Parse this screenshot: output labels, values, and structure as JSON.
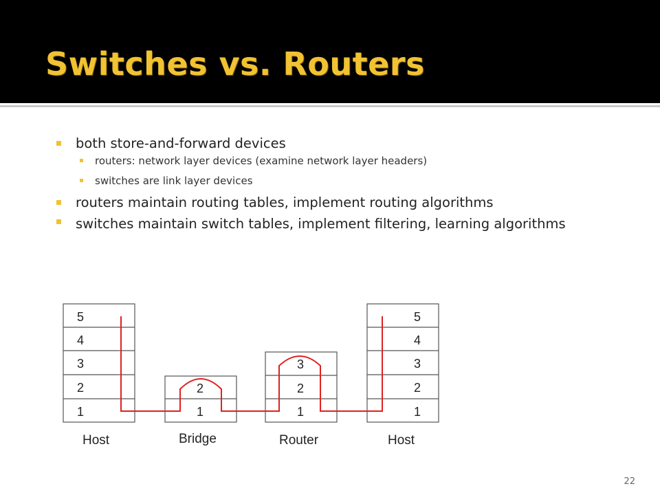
{
  "slide": {
    "title": "Switches vs. Routers",
    "slide_number": "22"
  },
  "bullets": {
    "b1": "both store-and-forward devices",
    "b1_sub1": "routers: network layer devices (examine network layer headers)",
    "b1_sub2": "switches are link layer devices",
    "b2": "routers maintain routing tables, implement routing algorithms",
    "b3": "switches maintain switch tables, implement filtering, learning algorithms"
  },
  "diagram": {
    "host_left": {
      "label": "Host",
      "layers": [
        "5",
        "4",
        "3",
        "2",
        "1"
      ]
    },
    "bridge": {
      "label": "Bridge",
      "layers": [
        "2",
        "1"
      ]
    },
    "router": {
      "label": "Router",
      "layers": [
        "3",
        "2",
        "1"
      ]
    },
    "host_right": {
      "label": "Host",
      "layers": [
        "5",
        "4",
        "3",
        "2",
        "1"
      ]
    },
    "path_color": "#e02020"
  },
  "colors": {
    "title": "#f1c232",
    "title_bar": "#000000",
    "bullet": "#f1c232"
  }
}
